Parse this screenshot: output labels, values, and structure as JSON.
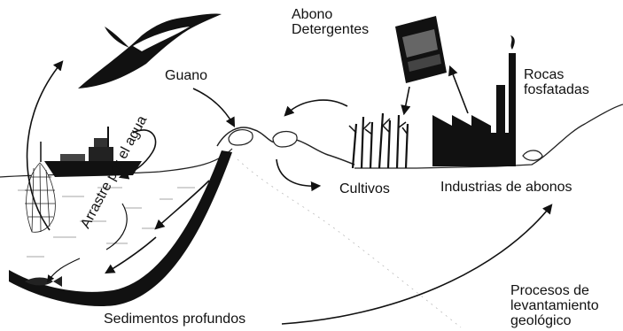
{
  "labels": {
    "guano": "Guano",
    "abono": "Abono",
    "detergentes": "Detergentes",
    "rocas_1": "Rocas",
    "rocas_2": "fosfatadas",
    "cultivos": "Cultivos",
    "industrias": "Industrias de abonos",
    "arrastre": "Arrastre por el agua",
    "sedimentos": "Sedimentos profundos",
    "procesos_1": "Procesos de",
    "procesos_2": "levantamiento",
    "procesos_3": "geológico"
  },
  "icons": [
    "bird-icon",
    "fishing-boat-icon",
    "fishing-net-icon",
    "fish-icon",
    "fertilizer-bag-icon",
    "factory-icon",
    "crops-icon",
    "rocks-icon"
  ]
}
